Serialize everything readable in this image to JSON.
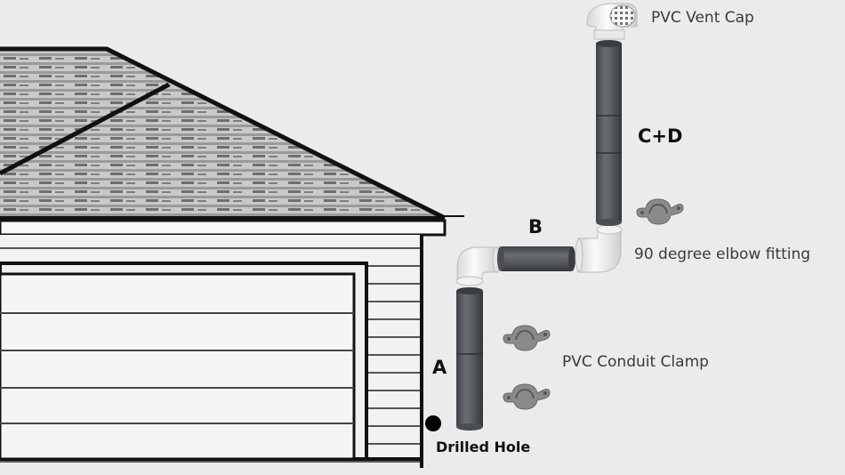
{
  "labels": {
    "vent_cap": "PVC Vent Cap",
    "section_cd": "C+D",
    "section_b": "B",
    "elbow": "90 degree elbow fitting",
    "clamp": "PVC Conduit Clamp",
    "section_a": "A",
    "drilled_hole": "Drilled Hole"
  },
  "colors": {
    "background": "#ebebeb",
    "pipe": "#585c61",
    "fitting": "#f4f4f4",
    "outline": "#111111",
    "clamp": "#8a8a8a"
  }
}
